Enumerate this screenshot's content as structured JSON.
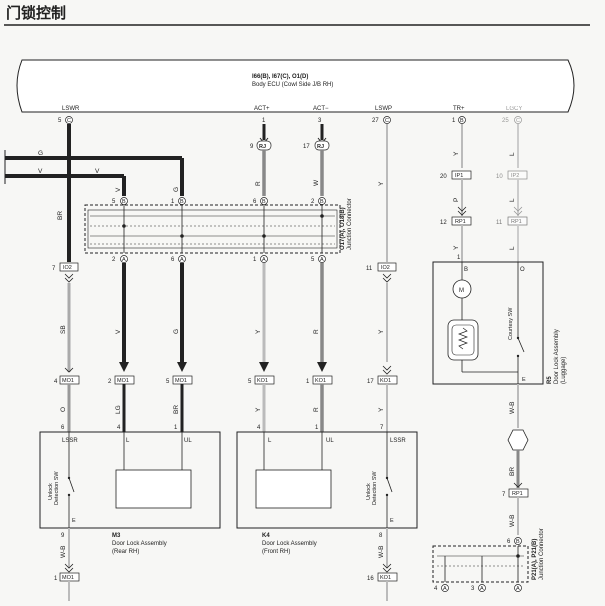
{
  "header": {
    "title": "门锁控制"
  },
  "ecu": {
    "line1": "I66(B), I67(C), O1(D)",
    "line2": "Body ECU (Cowl Side J/B RH)"
  },
  "ecu_pins": [
    {
      "id": "lswr",
      "name": "LSWR",
      "num": "5",
      "conn": "C"
    },
    {
      "id": "actp",
      "name": "ACT+",
      "num": "1",
      "conn": ""
    },
    {
      "id": "actm",
      "name": "ACT−",
      "num": "3",
      "conn": ""
    },
    {
      "id": "lswp",
      "name": "LSWP",
      "num": "27",
      "conn": "C"
    },
    {
      "id": "trp",
      "name": "TR+",
      "num": "1",
      "conn": "B"
    },
    {
      "id": "lgcy",
      "name": "LGCY",
      "num": "25",
      "conn": "C"
    }
  ],
  "rj_tags": [
    {
      "num": "9",
      "code": "RJ"
    },
    {
      "num": "17",
      "code": "RJ"
    }
  ],
  "wires_left": {
    "g": "G",
    "v1": "V",
    "v2": "V"
  },
  "jc_top": {
    "pins": [
      {
        "num": "5",
        "conn": "B"
      },
      {
        "num": "1",
        "conn": "B"
      },
      {
        "num": "6",
        "conn": "B"
      },
      {
        "num": "2",
        "conn": "B"
      }
    ],
    "pins_bottom": [
      {
        "num": "2",
        "conn": "A"
      },
      {
        "num": "6",
        "conn": "A"
      },
      {
        "num": "1",
        "conn": "A"
      },
      {
        "num": "5",
        "conn": "A"
      }
    ],
    "label1": "O17(A), O18(B)",
    "label2": "Junction Connector"
  },
  "colors_upper": {
    "br": "BR",
    "v": "V",
    "g": "G",
    "r": "R",
    "w": "W",
    "y": "Y",
    "y2": "Y",
    "l": "L"
  },
  "ip_tags": [
    {
      "num": "20",
      "code": "IP1"
    },
    {
      "num": "10",
      "code": "IP2"
    }
  ],
  "rp_tags": [
    {
      "num": "12",
      "code": "RP1"
    },
    {
      "num": "11",
      "code": "RP1"
    }
  ],
  "colors_mid": {
    "p": "P",
    "l2": "L",
    "y3": "Y",
    "l3": "L"
  },
  "io2_tags": [
    {
      "num": "7",
      "code": "IO2"
    },
    {
      "num": "11",
      "code": "IO2"
    }
  ],
  "colors_lower": {
    "sb": "SB",
    "v": "V",
    "g": "G",
    "y": "Y",
    "r": "R",
    "y2": "Y"
  },
  "mo1_tags": [
    {
      "num": "4",
      "code": "MO1"
    },
    {
      "num": "2",
      "code": "MO1"
    },
    {
      "num": "5",
      "code": "MO1"
    }
  ],
  "ko1_tags": [
    {
      "num": "5",
      "code": "KO1"
    },
    {
      "num": "1",
      "code": "KO1"
    },
    {
      "num": "17",
      "code": "KO1"
    }
  ],
  "colors_bottom": {
    "o": "O",
    "lg": "LG",
    "br": "BR",
    "y": "Y",
    "r": "R",
    "y2": "Y"
  },
  "m3": {
    "pins": [
      "6",
      "4",
      "1"
    ],
    "labels": [
      "LSSR",
      "L",
      "UL"
    ],
    "sw": "Unlock\nDetection SW",
    "e": "E",
    "code": "M3",
    "name1": "Door Lock Assembly",
    "name2": "(Rear RH)"
  },
  "k4": {
    "pins": [
      "4",
      "1",
      "7"
    ],
    "labels": [
      "L",
      "UL",
      "LSSR"
    ],
    "sw": "Unlock\nDetection SW",
    "e": "E",
    "code": "K4",
    "name1": "Door Lock Assembly",
    "name2": "(Front RH)"
  },
  "r5": {
    "pin_b": "1",
    "label_b": "B",
    "label_o": "O",
    "label_e": "E",
    "motor": "M",
    "sw": "Courtesy SW",
    "code": "R5",
    "name1": "Door Lock Assembly",
    "name2": "(Luggage)"
  },
  "bottom": {
    "m3_pin": "9",
    "m3_wire": "W-B",
    "mo1": {
      "num": "1",
      "code": "MO1"
    },
    "k4_pin": "8",
    "k4_wire": "W-B",
    "ko1": {
      "num": "16",
      "code": "KO1"
    },
    "r5_wire": "W-B",
    "r5_wire2": "BR",
    "rp1": {
      "num": "7",
      "code": "RP1"
    },
    "r5_wire3": "W-B",
    "jc_pin": {
      "num": "6",
      "conn": "B"
    },
    "jc_label1": "P21(A), P21(B)",
    "jc_label2": "Junction Connector",
    "jc_pins_bottom": [
      {
        "num": "4",
        "conn": "A"
      },
      {
        "num": "3",
        "conn": "A"
      },
      {
        "num": "",
        "conn": "A"
      }
    ]
  }
}
